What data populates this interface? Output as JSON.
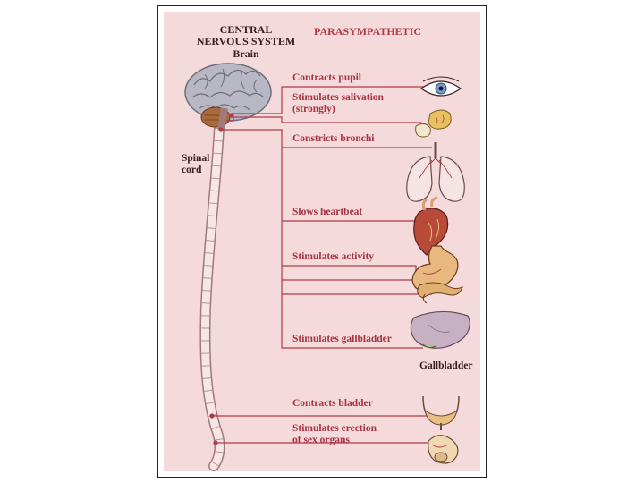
{
  "headers": {
    "cns_line1": "CENTRAL",
    "cns_line2": "NERVOUS SYSTEM",
    "brain": "Brain",
    "parasympathetic": "PARASYMPATHETIC"
  },
  "labels": {
    "spinal_line1": "Spinal",
    "spinal_line2": "cord",
    "gallbladder_organ": "Gallbladder"
  },
  "effects": [
    "Contracts pupil",
    "Stimulates salivation",
    "(strongly)",
    "Constricts bronchi",
    "Slows heartbeat",
    "Stimulates activity",
    "Stimulates gallbladder",
    "Contracts bladder",
    "Stimulates erection",
    "of sex organs"
  ],
  "colors": {
    "background": "#f4dada",
    "nerve": "#b03a48",
    "text_red": "#a83243",
    "text_dark": "#3a2020"
  },
  "icons": [
    "eye-icon",
    "salivary-gland-icon",
    "lungs-icon",
    "heart-icon",
    "stomach-icon",
    "pancreas-icon",
    "liver-icon",
    "bladder-icon",
    "sex-organs-icon",
    "brain-icon",
    "spinal-cord-icon"
  ]
}
